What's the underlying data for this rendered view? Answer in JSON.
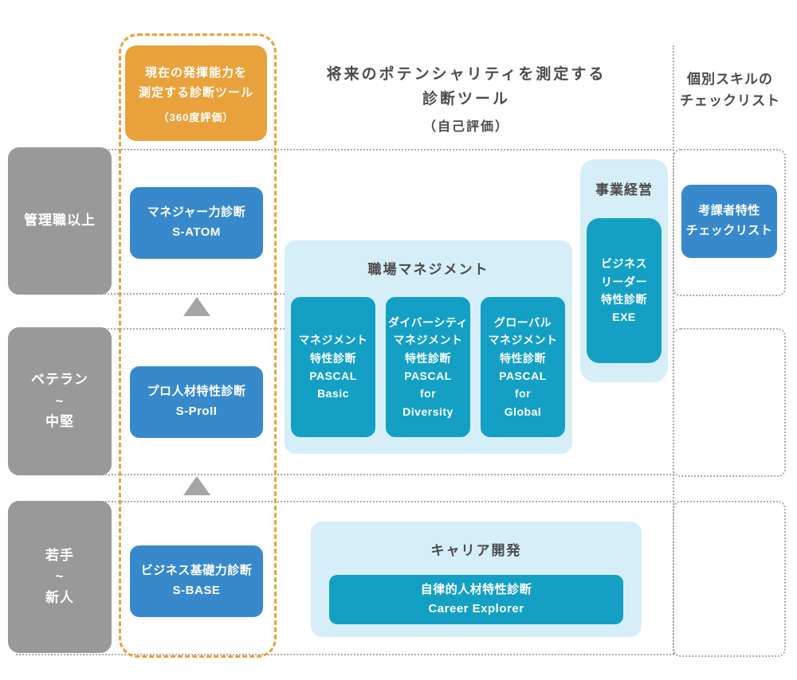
{
  "headers": {
    "future": {
      "lines": [
        "将来のポテンシャリティを測定する",
        "診断ツール"
      ],
      "subtitle": "（自己評価）"
    },
    "checklist": {
      "lines": [
        "個別スキルの",
        "チェックリスト"
      ]
    }
  },
  "levels": [
    {
      "lines": [
        "管理職以上"
      ]
    },
    {
      "lines": [
        "ベテラン",
        "~",
        "中堅"
      ]
    },
    {
      "lines": [
        "若手",
        "~",
        "新人"
      ]
    }
  ],
  "current_column": {
    "header": {
      "lines": [
        "現在の発揮能力を",
        "測定する診断ツール"
      ],
      "subtitle": "（360度評価）"
    },
    "tools": [
      {
        "lines": [
          "マネジャー力診断",
          "S-ATOM"
        ]
      },
      {
        "lines": [
          "プロ人材特性診断",
          "S-ProII"
        ]
      },
      {
        "lines": [
          "ビジネス基礎力診断",
          "S-BASE"
        ]
      }
    ]
  },
  "groups": {
    "workplace": {
      "title": "職場マネジメント",
      "tools": [
        {
          "lines": [
            "マネジメント",
            "特性診断",
            "PASCAL",
            "Basic"
          ]
        },
        {
          "lines": [
            "ダイバーシティ",
            "マネジメント",
            "特性診断",
            "PASCAL",
            "for",
            "Diversity"
          ]
        },
        {
          "lines": [
            "グローバル",
            "マネジメント",
            "特性診断",
            "PASCAL",
            "for",
            "Global"
          ]
        }
      ]
    },
    "business": {
      "title": "事業経営",
      "tools": [
        {
          "lines": [
            "ビジネス",
            "リーダー",
            "特性診断",
            "EXE"
          ]
        }
      ]
    },
    "career": {
      "title": "キャリア開発",
      "tools": [
        {
          "lines": [
            "自律的人材特性診断",
            "Career Explorer"
          ]
        }
      ]
    }
  },
  "checklist_column": {
    "tools": [
      {
        "lines": [
          "考課者特性",
          "チェックリスト"
        ]
      }
    ]
  },
  "colors": {
    "orange": "#E9A23B",
    "gray_level_box": "#999999",
    "blue_tool_box": "#3789CB",
    "teal_tool_box": "#14A0C4",
    "light_blue_group": "#D6EEF8",
    "dotted_line": "#ABABAB",
    "header_text": "#4B4B4B"
  }
}
